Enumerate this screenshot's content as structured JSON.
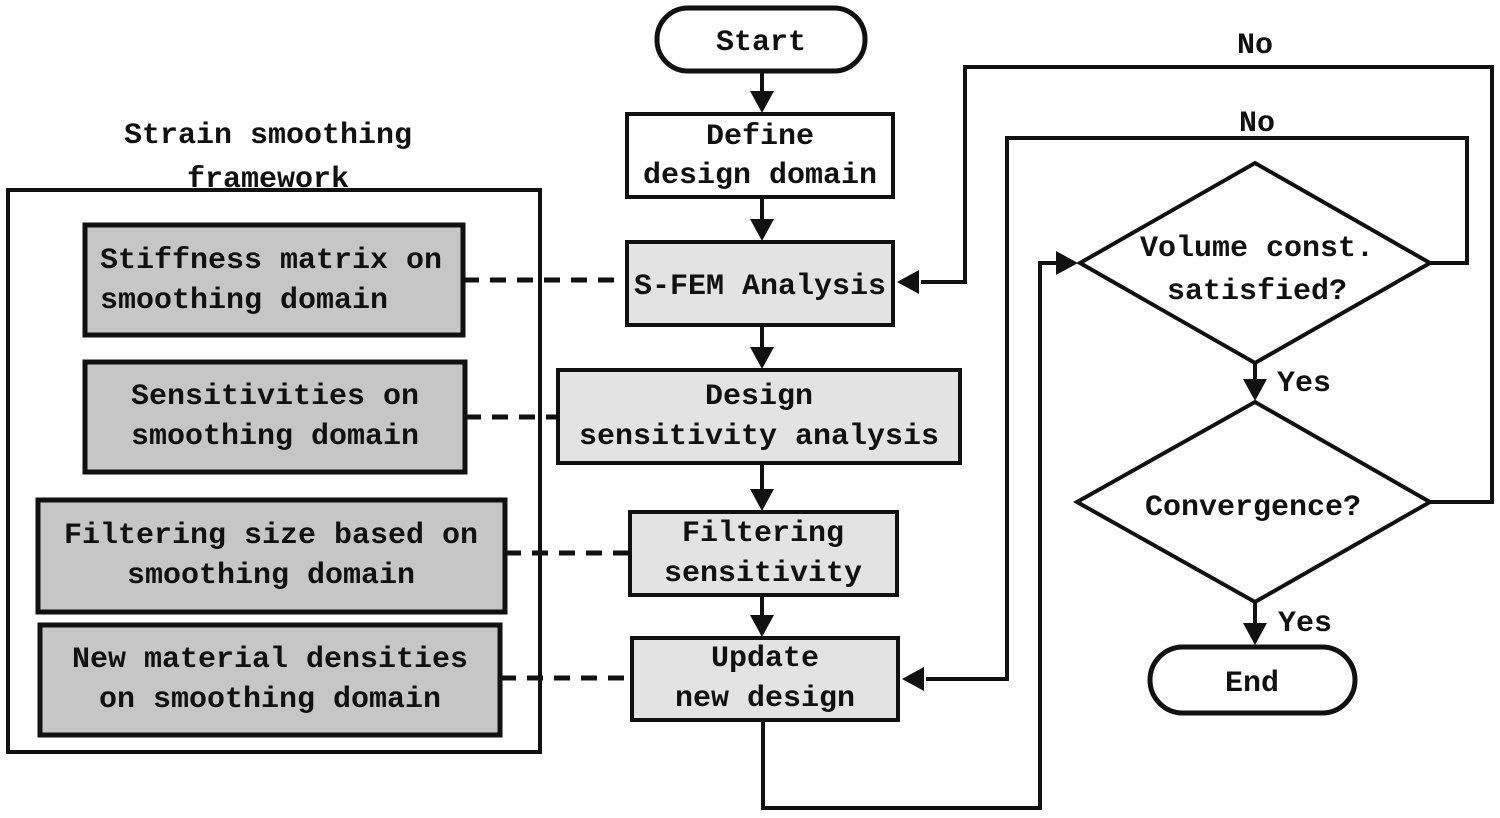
{
  "panel": {
    "title_lines": [
      "Strain smoothing",
      "framework"
    ],
    "boxes": [
      {
        "lines": [
          "Stiffness matrix on",
          "smoothing domain"
        ]
      },
      {
        "lines": [
          "Sensitivities on",
          "smoothing domain"
        ]
      },
      {
        "lines": [
          "Filtering size based on",
          "smoothing domain"
        ]
      },
      {
        "lines": [
          "New material densities",
          "on smoothing domain"
        ]
      }
    ]
  },
  "flow": {
    "start": "Start",
    "define": [
      "Define",
      "design domain"
    ],
    "sfem": "S-FEM Analysis",
    "design": [
      "Design",
      "sensitivity analysis"
    ],
    "filter": [
      "Filtering",
      "sensitivity"
    ],
    "update": [
      "Update",
      "new design"
    ],
    "volume": [
      "Volume const.",
      "satisfied?"
    ],
    "convergence": "Convergence?",
    "end": "End"
  },
  "labels": {
    "no_convergence": "No",
    "no_volume": "No",
    "yes_volume": "Yes",
    "yes_convergence": "Yes"
  },
  "colors": {
    "line": "#111111",
    "flow_box_fill": "#e3e3e3",
    "side_box_fill": "#c6c6c6",
    "background": "#ffffff"
  }
}
